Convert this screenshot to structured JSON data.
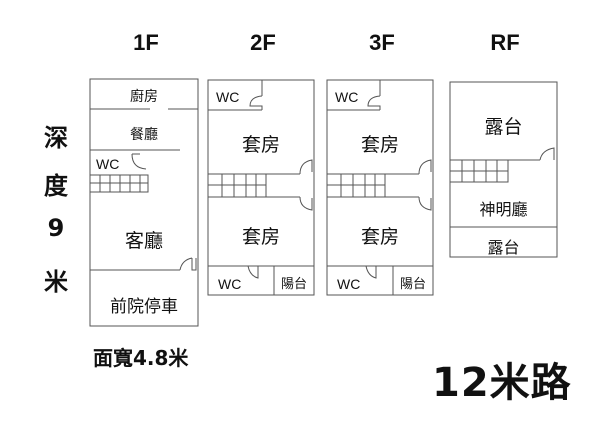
{
  "floors": {
    "f1": {
      "label": "1F",
      "rooms": {
        "kitchen": "廚房",
        "dining": "餐廳",
        "wc": "WC",
        "living": "客廳",
        "front_yard": "前院停車"
      }
    },
    "f2": {
      "label": "2F",
      "rooms": {
        "wc_top": "WC",
        "suite_top": "套房",
        "suite_bottom": "套房",
        "wc_bottom": "WC",
        "balcony": "陽台"
      }
    },
    "f3": {
      "label": "3F",
      "rooms": {
        "wc_top": "WC",
        "suite_top": "套房",
        "suite_bottom": "套房",
        "wc_bottom": "WC",
        "balcony": "陽台"
      }
    },
    "rf": {
      "label": "RF",
      "rooms": {
        "terrace_top": "露台",
        "shrine": "神明廳",
        "terrace_bottom": "露台"
      }
    }
  },
  "depth_label": [
    "深",
    "度",
    "9",
    "米"
  ],
  "frontage_label": "面寬4.8米",
  "road_label": "12米路"
}
